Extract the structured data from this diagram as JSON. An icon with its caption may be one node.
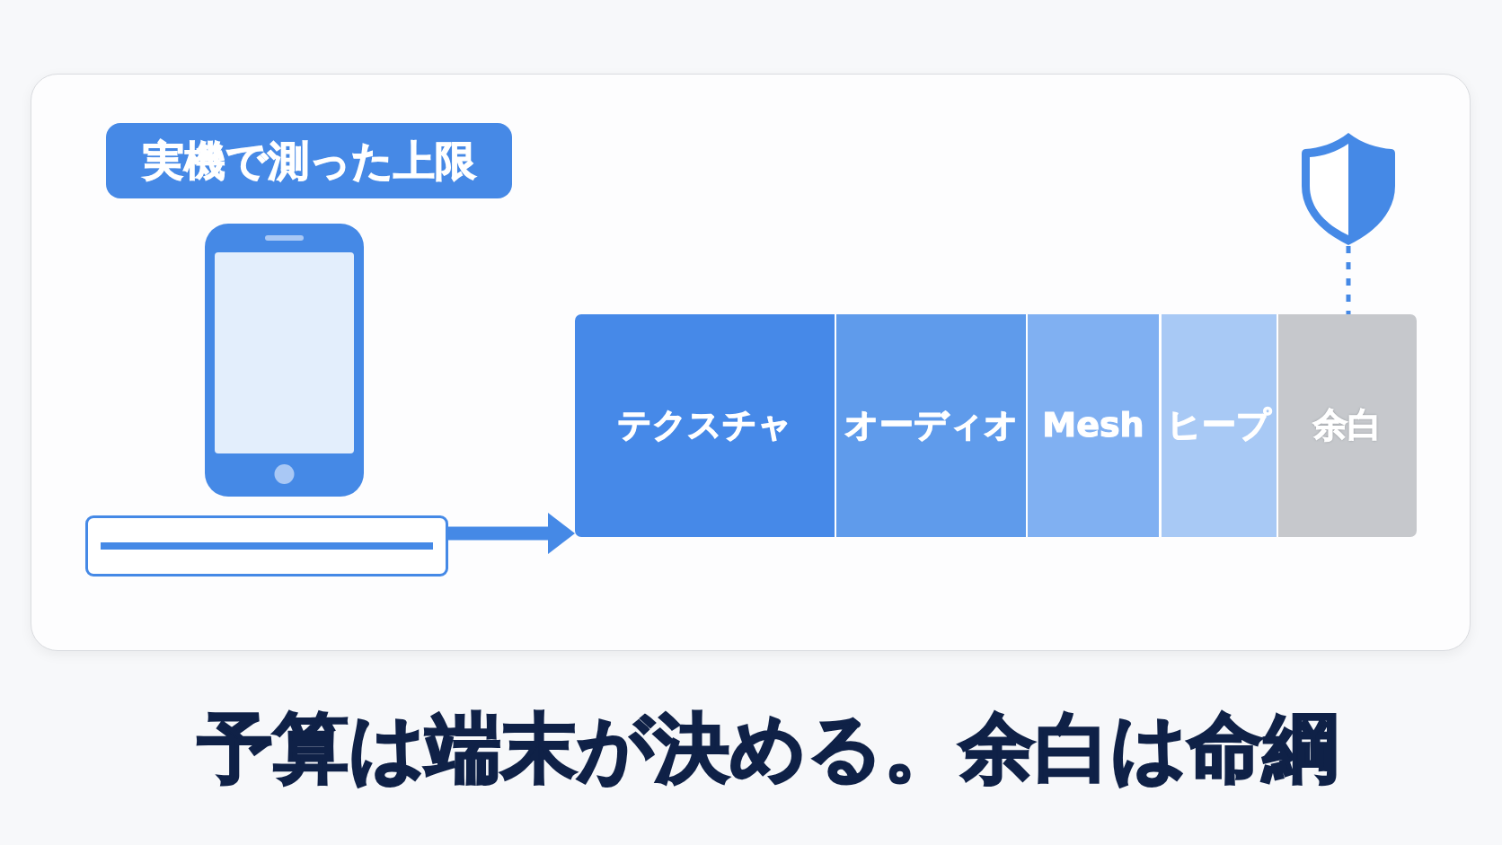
{
  "diagram": {
    "caption": "予算は端末が決める。余白は命綱",
    "nodes": [
      {
        "text": [
          "実機で測った上限"
        ]
      },
      {
        "text": [],
        "shape": "bar"
      },
      {
        "text": [],
        "shape": "bar"
      },
      {
        "text": [
          "テクスチャ"
        ],
        "in": 2
      },
      {
        "text": [
          "オーディオ"
        ],
        "in": 2
      },
      {
        "text": [
          "Mesh"
        ],
        "in": 2
      },
      {
        "text": [
          "ヒープ"
        ],
        "in": 2
      },
      {
        "text": [
          "余白"
        ],
        "in": 2
      },
      {
        "text": [],
        "shape": "picture"
      }
    ],
    "edges": [
      {
        "from": 1,
        "to": 2,
        "arrow": "to"
      },
      {
        "from": 8,
        "to": 7,
        "arrow": "none",
        "style": "dashed"
      }
    ]
  }
}
